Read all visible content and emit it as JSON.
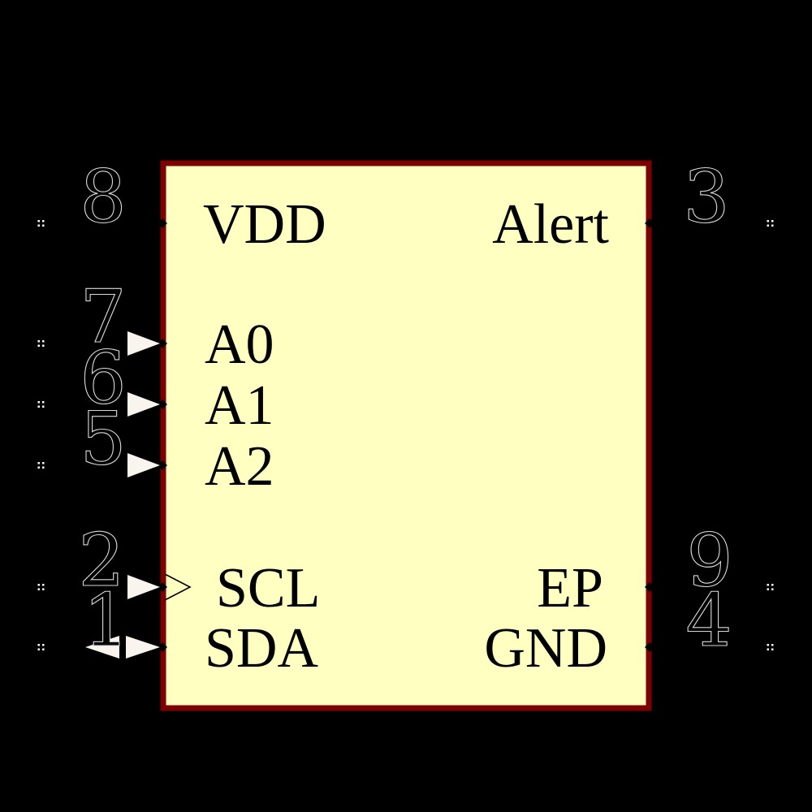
{
  "colors": {
    "background": "#000000",
    "body_fill": "#FFFFC2",
    "body_outline": "#7E0101",
    "pin_name_color": "#000000",
    "pin_number_outline": "#D9D9D9",
    "arrow_fill": "#FAF4EE",
    "end_marker_color": "#FFFFFF"
  },
  "icons": {
    "input_arrow": "input-arrow-icon",
    "bidirectional_arrow": "bidirectional-arrow-icon",
    "clock": "clock-chevron-icon",
    "pin_end_marker": "pin-end-marker-dots"
  },
  "pins": [
    {
      "number": "8",
      "name": "VDD",
      "side": "left",
      "decoration": "none"
    },
    {
      "number": "7",
      "name": "A0",
      "side": "left",
      "decoration": "input-arrow"
    },
    {
      "number": "6",
      "name": "A1",
      "side": "left",
      "decoration": "input-arrow"
    },
    {
      "number": "5",
      "name": "A2",
      "side": "left",
      "decoration": "input-arrow"
    },
    {
      "number": "2",
      "name": "SCL",
      "side": "left",
      "decoration": "input-arrow-clock"
    },
    {
      "number": "1",
      "name": "SDA",
      "side": "left",
      "decoration": "bidirectional-arrow"
    },
    {
      "number": "3",
      "name": "Alert",
      "side": "right",
      "decoration": "none"
    },
    {
      "number": "9",
      "name": "EP",
      "side": "right",
      "decoration": "none"
    },
    {
      "number": "4",
      "name": "GND",
      "side": "right",
      "decoration": "none"
    }
  ]
}
